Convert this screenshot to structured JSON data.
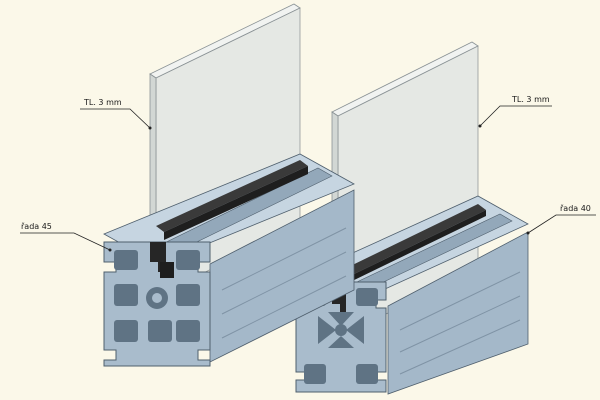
{
  "labels": {
    "left_thickness": "TL. 3 mm",
    "right_thickness": "TL. 3 mm",
    "left_series": "řada 45",
    "right_series": "řada 40"
  },
  "colors": {
    "background": "#fbf8e9",
    "aluminium_front": "#a9bccc",
    "aluminium_light": "#c6d5e1",
    "aluminium_dark": "#7f93a5",
    "aluminium_edge": "#4f5f6d",
    "glass": "#e6e9e6",
    "glass_edge": "#8a9295",
    "gasket": "#2b2b2b",
    "leader": "#222222"
  }
}
